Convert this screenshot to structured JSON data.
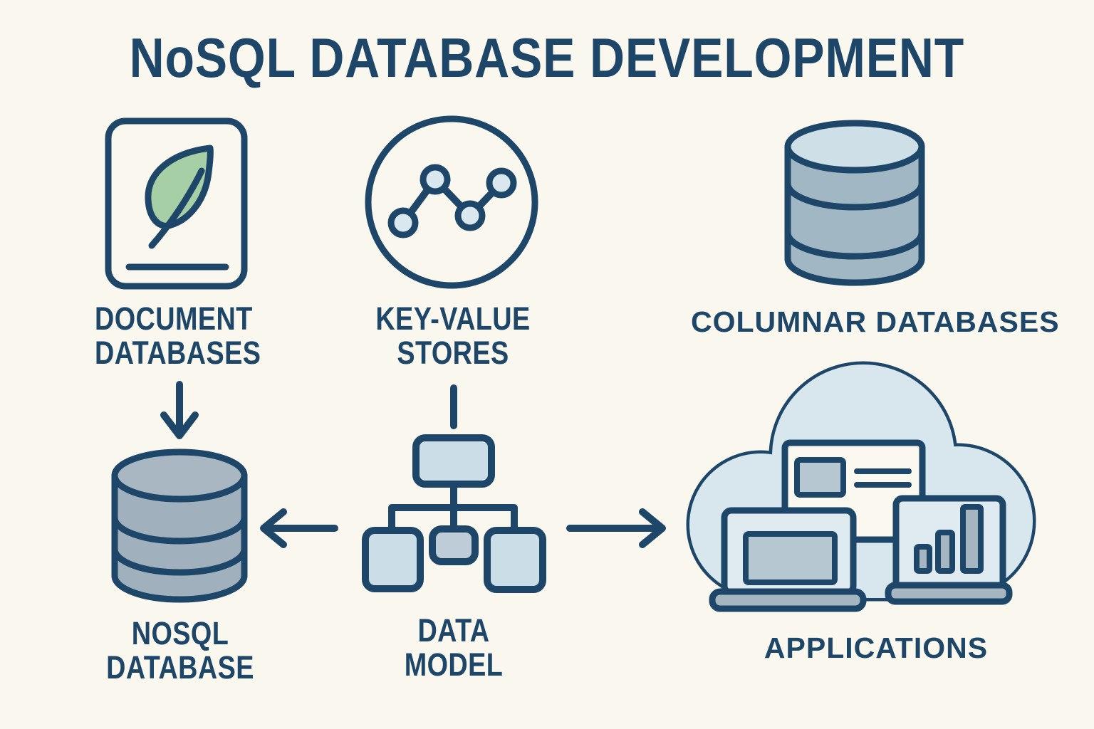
{
  "title": "NoSQL DATABASE DEVELOPMENT",
  "nodes": {
    "document_databases": {
      "line1": "DOCUMENT",
      "line2": "DATABASES",
      "icon": "document-leaf-icon"
    },
    "key_value_stores": {
      "line1": "KEY-VALUE",
      "line2": "STORES",
      "icon": "key-value-graph-icon"
    },
    "columnar_databases": {
      "label": "COLUMNAR DATABASES",
      "icon": "columnar-database-cylinder-icon"
    },
    "nosql_database": {
      "line1": "NOSQL",
      "line2": "DATABASE",
      "icon": "database-cylinder-icon"
    },
    "data_model": {
      "line1": "DATA",
      "line2": "MODEL",
      "icon": "tree-diagram-icon"
    },
    "applications": {
      "label": "APPLICATIONS",
      "icon": "cloud-devices-icon"
    }
  },
  "connections": [
    {
      "from": "document_databases",
      "to": "nosql_database",
      "direction": "down-arrow"
    },
    {
      "from": "key_value_stores",
      "to": "data_model",
      "direction": "down-line"
    },
    {
      "from": "data_model",
      "to": "nosql_database",
      "direction": "left-arrow"
    },
    {
      "from": "data_model",
      "to": "applications",
      "direction": "right-arrow"
    }
  ],
  "colors": {
    "background": "#faf8ee",
    "navy": "#1d4668",
    "leaf_green": "#a7cfa5",
    "node_fill": "#d9e7ee",
    "cloud_fill": "#d8e6ee",
    "columnar_body": "#a2b7c4",
    "columnar_top": "#cfdfe7",
    "nosql_body": "#a0b1bd",
    "nosql_top": "#a8b7c1",
    "tree_box_fill": "#cbdde7",
    "tree_box_mid_fill": "#bdccd6",
    "card_fill": "#fbf8ef",
    "screen_fill": "#b7c7d2",
    "device_body_fill": "#dfeaf1",
    "device_base_fill": "#a6b6c1"
  }
}
